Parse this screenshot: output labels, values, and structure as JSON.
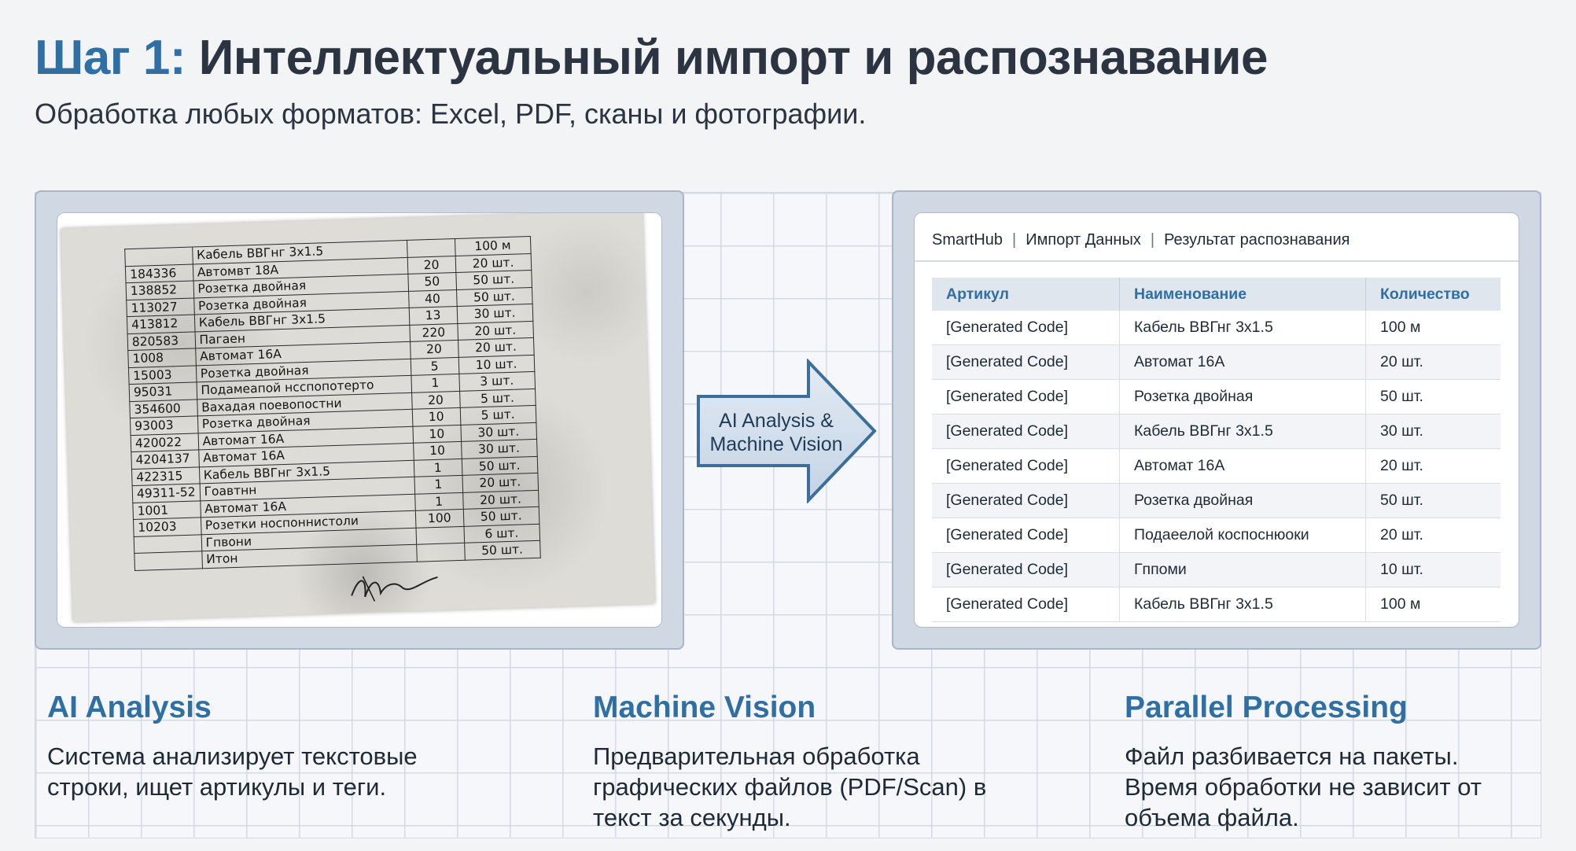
{
  "header": {
    "step_label": "Шаг 1:",
    "title": "Интеллектуальный импорт и распознавание",
    "subtitle": "Обработка любых форматов: Excel, PDF, сканы и фотографии."
  },
  "scan_document": {
    "rows": [
      [
        "",
        "Кабель ВВГнг 3x1.5",
        "",
        "100 м"
      ],
      [
        "184336",
        "Автомвт 18А",
        "20",
        "20 шт."
      ],
      [
        "138852",
        "Розетка двойная",
        "50",
        "50 шт."
      ],
      [
        "113027",
        "Розетка двойная",
        "40",
        "50 шт."
      ],
      [
        "413812",
        "Кабель ВВГнг 3x1.5",
        "13",
        "30 шт."
      ],
      [
        "820583",
        "Пагаен",
        "220",
        "20 шт."
      ],
      [
        "1008",
        "Автомат 16А",
        "20",
        "20 шт."
      ],
      [
        "15003",
        "Розетка двойная",
        "5",
        "10 шт."
      ],
      [
        "95031",
        "Подамеапой нсспопотерто",
        "1",
        "3 шт."
      ],
      [
        "354600",
        "Вахадая поевопостни",
        "20",
        "5 шт."
      ],
      [
        "93003",
        "Розетка двойная",
        "10",
        "5 шт."
      ],
      [
        "420022",
        "Автомат 16А",
        "10",
        "30 шт."
      ],
      [
        "4204137",
        "Автомат 16А",
        "10",
        "30 шт."
      ],
      [
        "422315",
        "Кабель ВВГнг 3x1.5",
        "1",
        "50 шт."
      ],
      [
        "49311-52",
        "Гоавтнн",
        "1",
        "20 шт."
      ],
      [
        "1001",
        "Автомат 16А",
        "1",
        "20 шт."
      ],
      [
        "10203",
        "Розетки носпоннистоли",
        "100",
        "50 шт."
      ],
      [
        "",
        "Гпвони",
        "",
        "6 шт."
      ],
      [
        "",
        "Итон",
        "",
        "50 шт."
      ]
    ]
  },
  "arrow": {
    "line1": "AI Analysis &",
    "line2": "Machine Vision"
  },
  "app": {
    "breadcrumb": [
      "SmartHub",
      "Импорт Данных",
      "Результат распознавания"
    ],
    "columns": [
      "Артикул",
      "Наименование",
      "Количество"
    ],
    "rows": [
      [
        "[Generated Code]",
        "Кабель ВВГнг 3x1.5",
        "100 м"
      ],
      [
        "[Generated Code]",
        "Автомат 16А",
        "20 шт."
      ],
      [
        "[Generated Code]",
        "Розетка двойная",
        "50 шт."
      ],
      [
        "[Generated Code]",
        "Кабель ВВГнг 3x1.5",
        "30 шт."
      ],
      [
        "[Generated Code]",
        "Автомат 16А",
        "20 шт."
      ],
      [
        "[Generated Code]",
        "Розетка двойная",
        "50 шт."
      ],
      [
        "[Generated Code]",
        "Подаеелой коспоснюоки",
        "20 шт."
      ],
      [
        "[Generated Code]",
        "Гппоми",
        "10 шт."
      ],
      [
        "[Generated Code]",
        "Кабель ВВГнг 3x1.5",
        "100 м"
      ]
    ]
  },
  "features": [
    {
      "title": "AI Analysis",
      "text": "Система анализирует текстовые строки, ищет артикулы и теги."
    },
    {
      "title": "Machine Vision",
      "text": "Предварительная обработка графических файлов (PDF/Scan) в текст за секунды."
    },
    {
      "title": "Parallel Processing",
      "text": "Файл разбивается на пакеты. Время обработки не зависит от объема файла."
    }
  ],
  "colors": {
    "accent": "#2f6fa3",
    "heading": "#2b3440",
    "panel": "#cfd8e3",
    "table_header": "#dfe6ee"
  }
}
